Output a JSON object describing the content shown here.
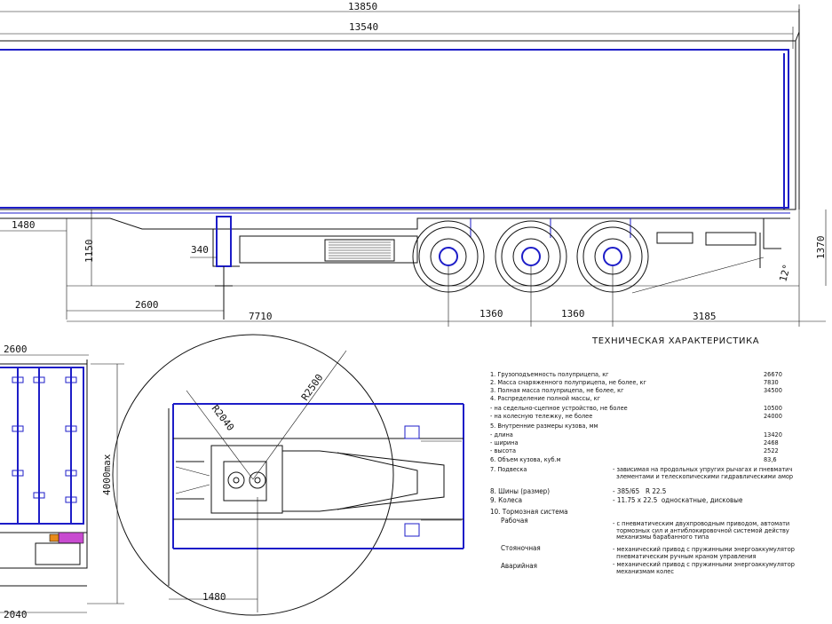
{
  "dimensions": {
    "overall_length": "13850",
    "body_length": "13540",
    "front_overhang": "1480",
    "coupling_height": "1150",
    "landing_gear_offset": "340",
    "kingpin_to_gear": "2600",
    "kingpin_to_axle": "7710",
    "axle_spacing_1": "1360",
    "axle_spacing_2": "1360",
    "rear_overhang": "3185",
    "rear_height": "1370",
    "departure_angle": "12°",
    "front_width": "2600",
    "max_height": "4000max",
    "track_width": "2040",
    "turn_radius_outer": "R2500",
    "turn_radius_inner": "R2040",
    "plan_overhang": "1480"
  },
  "spec": {
    "title": "ТЕХНИЧЕСКАЯ ХАРАКТЕРИСТИКА",
    "items": [
      {
        "label": "1. Грузоподъемность полуприцепа, кг",
        "value": "26670"
      },
      {
        "label": "2. Масса снаряженного полуприцепа, не более, кг",
        "value": "7830"
      },
      {
        "label": "3. Полная масса полуприцепа, не более, кг",
        "value": "34500"
      },
      {
        "label": "4. Распределение полной массы, кг",
        "value": ""
      },
      {
        "label": "   - на седельно-сцепное устройство, не более",
        "value": "10500"
      },
      {
        "label": "   - на колесную тележку, не более",
        "value": "24000"
      },
      {
        "label": "5. Внутренние размеры кузова, мм",
        "value": ""
      },
      {
        "label": "   - длина",
        "value": "13420"
      },
      {
        "label": "   - ширина",
        "value": "2468"
      },
      {
        "label": "   - высота",
        "value": "2522"
      },
      {
        "label": "6. Объем кузова, куб.м",
        "value": "83,6"
      }
    ],
    "suspension_label": "7. Подвеска",
    "suspension_desc": "- зависимая на продольных упругих рычагах и пневматич\n  элементами и телескопическими гидравлическими амор",
    "tires_label": "8. Шины (размер)",
    "tires_value": "- 385/65   R 22.5",
    "wheels_label": "9. Колеса",
    "wheels_value": "- 11.75 x 22.5  односкатные, дисковые",
    "brakes_label": "10. Тормозная система",
    "service_label": "Рабочая",
    "service_desc": "- с пневматическим двухпроводным приводом, автомати\n  тормозных сил и антиблокировочной системой действу\n  механизмы барабанного типа",
    "parking_label": "Стояночная",
    "parking_desc": "- механический привод с пружинными энергоаккумулятор\n  пневматическим ручным краном управления",
    "emergency_label": "Аварийная",
    "emergency_desc": "- механический привод с пружинными энергоаккумулятор\n  механизмам колес"
  }
}
